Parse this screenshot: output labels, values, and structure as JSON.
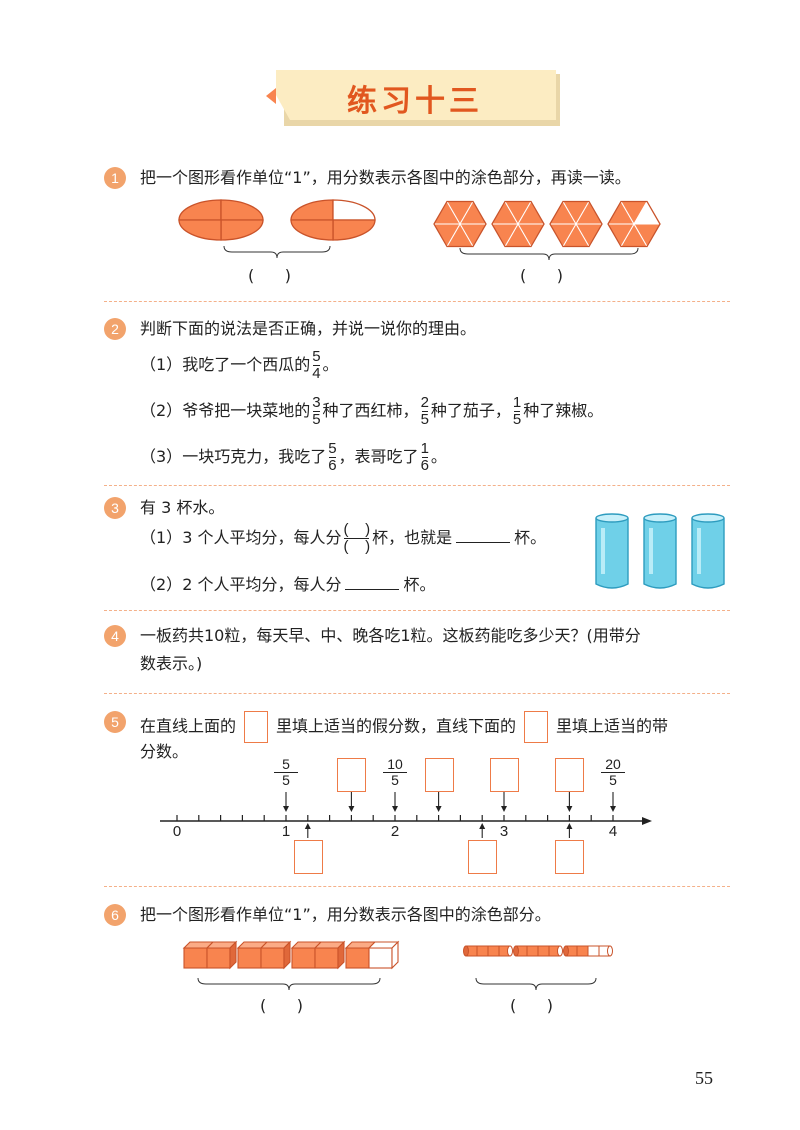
{
  "title": "练习十三",
  "page_number": "55",
  "colors": {
    "accent": "#f2a36c",
    "fill": "#f8844f",
    "stroke": "#c9532a",
    "title_text": "#e1571f",
    "banner": "#fcecc2",
    "glass": "#6fd0e8"
  },
  "q1": {
    "number": "1",
    "text": "把一个图形看作单位“1”，用分数表示各图中的涂色部分，再读一读。",
    "paren": "(      )",
    "hexagons_shaded": [
      6,
      6,
      6,
      5
    ],
    "hexagon_parts": 6,
    "ellipses_shaded": [
      4,
      3
    ],
    "ellipse_parts": 4
  },
  "q2": {
    "number": "2",
    "text": "判断下面的说法是否正确，并说一说你的理由。",
    "items": [
      {
        "label": "（1）",
        "pre": "我吃了一个西瓜的",
        "fn": "5",
        "fd": "4",
        "post": "。"
      },
      {
        "label": "（2）",
        "pre": "爷爷把一块菜地的",
        "f1n": "3",
        "f1d": "5",
        "mid1": "种了西红柿，",
        "f2n": "2",
        "f2d": "5",
        "mid2": "种了茄子，",
        "f3n": "1",
        "f3d": "5",
        "post": "种了辣椒。"
      },
      {
        "label": "（3）",
        "pre": "一块巧克力，我吃了",
        "f1n": "5",
        "f1d": "6",
        "mid": "，表哥吃了",
        "f2n": "1",
        "f2d": "6",
        "post": "。"
      }
    ]
  },
  "q3": {
    "number": "3",
    "text": "有 3 杯水。",
    "item1_label": "（1）",
    "item1_pre": "3 个人平均分，每人分",
    "item1_paren_n": "(    )",
    "item1_paren_d": "(    )",
    "item1_mid": "杯，也就是",
    "item1_post": "杯。",
    "item2_label": "（2）",
    "item2_pre": "2 个人平均分，每人分",
    "item2_post": "杯。",
    "cups": 3
  },
  "q4": {
    "number": "4",
    "line1": "一板药共10粒，每天早、中、晚各吃1粒。这板药能吃多少天？(用带分",
    "line2": "数表示。)"
  },
  "q5": {
    "number": "5",
    "line1_a": "在直线上面的",
    "line1_b": "里填上适当的假分数，直线下面的",
    "line1_c": "里填上适当的带",
    "line2": "分数。",
    "tick_labels": [
      "0",
      "1",
      "2",
      "3",
      "4"
    ],
    "fractions_above": [
      {
        "n": "5",
        "d": "5",
        "at": 1
      },
      {
        "n": "10",
        "d": "5",
        "at": 2
      },
      {
        "n": "20",
        "d": "5",
        "at": 4
      }
    ],
    "boxes_above_at": [
      1.6,
      2.4,
      3.0,
      3.6
    ],
    "boxes_below_at": [
      1.2,
      2.8,
      3.6
    ],
    "segments_per_unit": 5,
    "axis_range": [
      0,
      4
    ]
  },
  "q6": {
    "number": "6",
    "text": "把一个图形看作单位“1”，用分数表示各图中的涂色部分。",
    "paren": "(      )",
    "blocks_shaded_halves": 7,
    "rods_shaded_quarters": 10
  }
}
